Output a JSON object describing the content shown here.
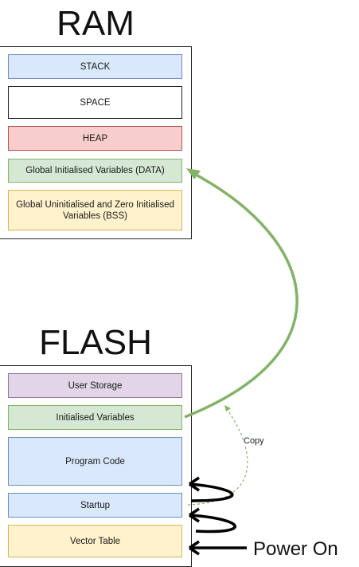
{
  "ram": {
    "title": "RAM",
    "blocks": {
      "stack": "STACK",
      "space": "SPACE",
      "heap": "HEAP",
      "data": "Global Initialised Variables (DATA)",
      "bss": "Global Uninitialised and Zero Initialised Variables (BSS)"
    }
  },
  "flash": {
    "title": "FLASH",
    "blocks": {
      "user_storage": "User Storage",
      "init_vars": "Initialised Variables",
      "program_code": "Program Code",
      "startup": "Startup",
      "vector_table": "Vector Table"
    }
  },
  "labels": {
    "copy": "Copy",
    "power_on": "Power On"
  },
  "colors": {
    "green_arrow": "#82b366",
    "black_arrow": "#000000",
    "blue_fill": "#dae8fc",
    "white_fill": "#ffffff",
    "red_fill": "#f8cecc",
    "green_fill": "#d5e8d4",
    "yellow_fill": "#fff2cc",
    "purple_fill": "#e1d5e7"
  }
}
